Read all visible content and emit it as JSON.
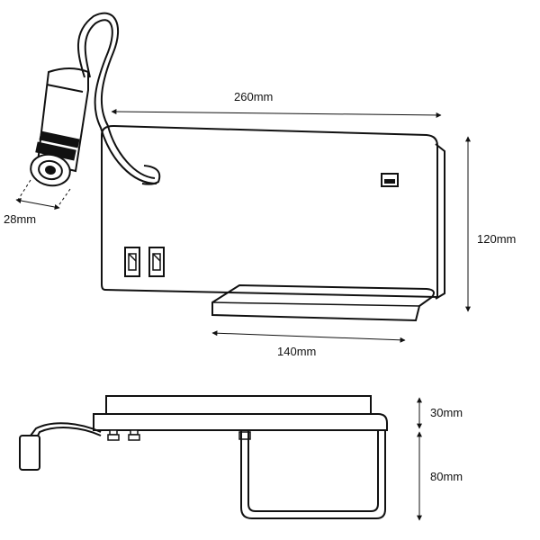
{
  "dimensions": {
    "lamp_diameter": "28mm",
    "panel_width": "260mm",
    "panel_height": "120mm",
    "shelf_width": "140mm",
    "side_top_depth": "30mm",
    "side_shelf_depth": "80mm"
  },
  "colors": {
    "stroke": "#111111",
    "background": "#ffffff"
  }
}
